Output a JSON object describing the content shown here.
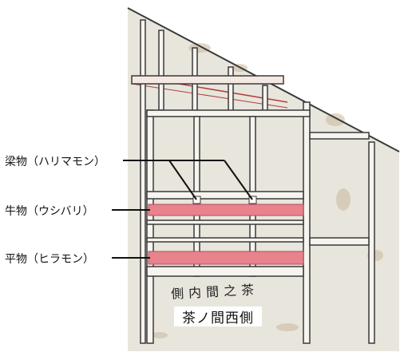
{
  "labels": {
    "beam": "梁物（ハリマモン）",
    "ox_beam": "牛物（ウシバリ）",
    "flat_member": "平物（ヒラモン）"
  },
  "drawing_annotation": "側内間之茶",
  "caption": "茶ノ間西側",
  "colors": {
    "paper": "#e8e5dc",
    "timber_line": "#3a3a3a",
    "timber_fill": "#f6f4ee",
    "highlight": "#e8828c",
    "red_line": "#b04040"
  }
}
